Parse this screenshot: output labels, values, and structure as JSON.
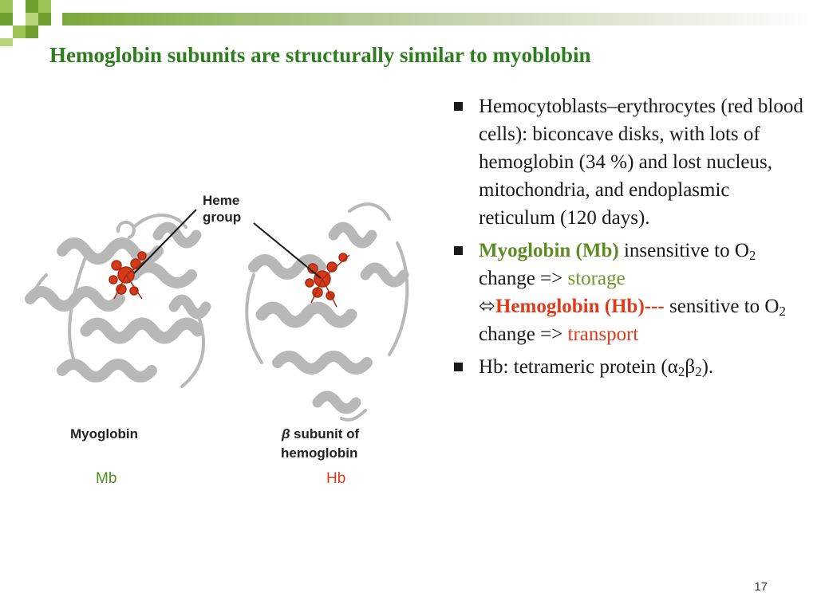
{
  "title": "Hemoglobin subunits are structurally similar to myoblobin",
  "colors": {
    "title": "#2e7d1f",
    "accent_green": "#6a9a2a",
    "accent_red": "#e03a1c",
    "ribbon": "#b8b8b8",
    "heme": "#d43a1a"
  },
  "figure": {
    "heme_label_1": "Heme",
    "heme_label_2": "group",
    "myoglobin_label": "Myoglobin",
    "beta_symbol": "β",
    "beta_label_1": "subunit of",
    "beta_label_2": "hemoglobin",
    "mb_tag": "Mb",
    "hb_tag": "Hb"
  },
  "bullets": {
    "b1": "Hemocytoblasts–erythrocytes (red blood cells): biconcave disks, with lots of hemoglobin (34 %) and lost nucleus, mitochondria, and endoplasmic reticulum (120 days).",
    "b2": {
      "mb": "Myoglobin (Mb)",
      "t1": " insensitive to O",
      "sub1": "2",
      "t2": " change => ",
      "storage": "storage",
      "arrow": "⬄",
      "hb": "Hemoglobin (Hb)---",
      "t3": " sensitive to O",
      "sub2": "2",
      "t4": " change  => ",
      "transport": "transport"
    },
    "b3": {
      "t1": "Hb: tetrameric protein (",
      "alpha": "α",
      "sub_a": "2",
      "beta": "β",
      "sub_b": "2",
      "t2": ")."
    }
  },
  "page_number": "17"
}
